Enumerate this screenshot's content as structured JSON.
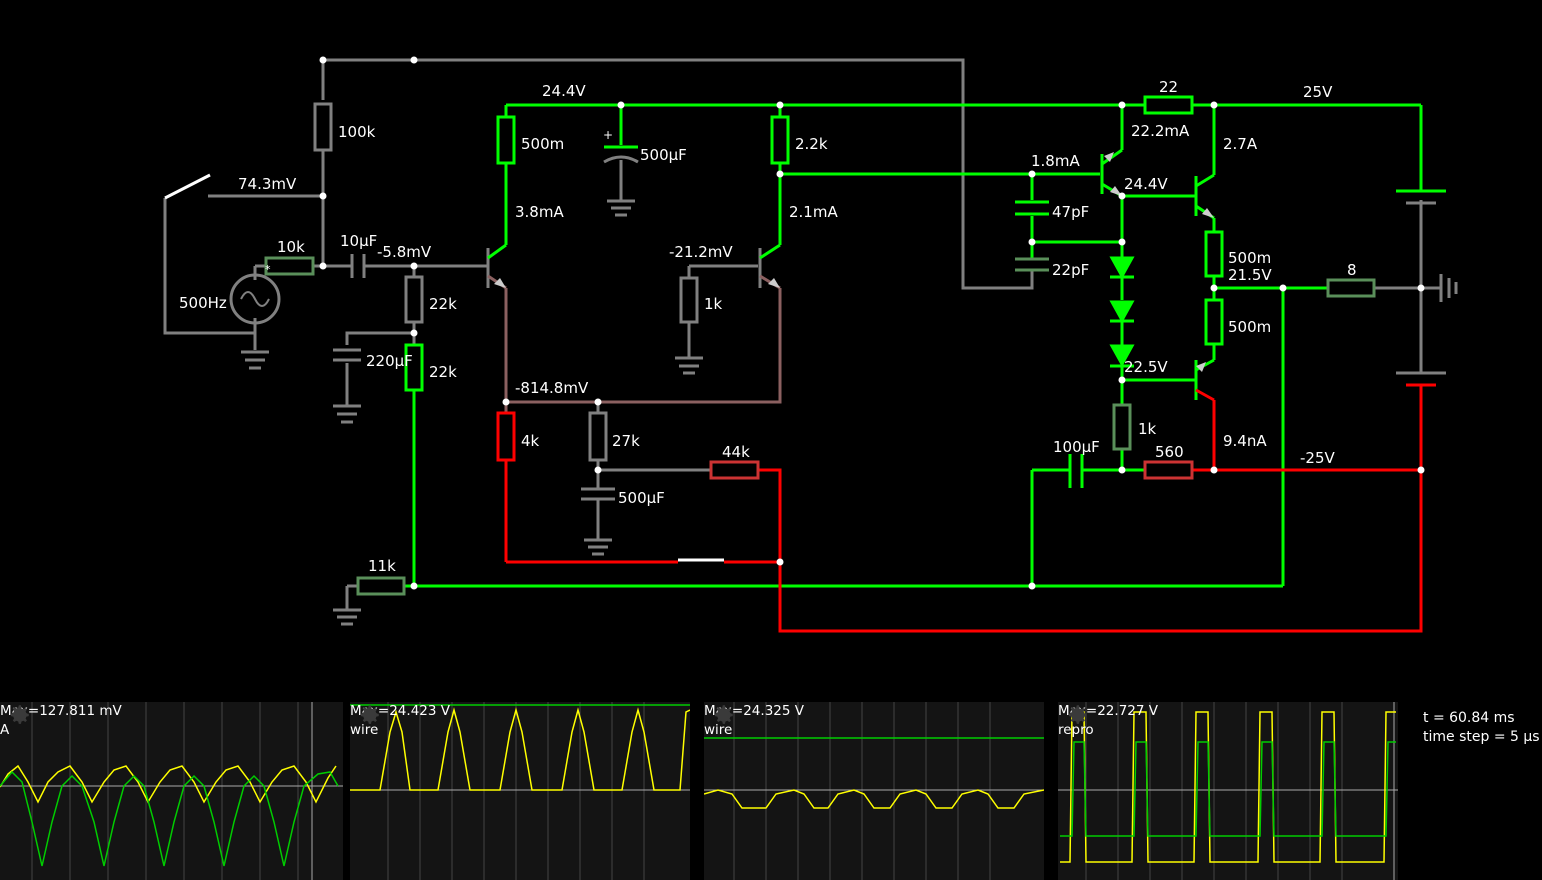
{
  "colors": {
    "background": "#000000",
    "positive": "#00ff00",
    "negative": "#ff0000",
    "neutral": "#808080",
    "trace_voltage": "#ffff00",
    "trace_current": "#00cc00",
    "scope_bg": "#141414"
  },
  "circuit": {
    "labels": {
      "v_input": "74.3mV",
      "r_bias": "100k",
      "r_source": "10k",
      "source_freq": "500Hz",
      "c_input": "10µF",
      "v_base1": "-5.8mV",
      "r_base_a": "22k",
      "c_bias": "220µF",
      "r_base_b": "22k",
      "rail_top": "24.4V",
      "r_col1": "500m",
      "c_supply": "500µF",
      "i_q1": "3.8mA",
      "r_col2": "2.2k",
      "i_q2": "2.1mA",
      "v_base2": "-21.2mV",
      "r_base2": "1k",
      "v_emitters": "-814.8mV",
      "r_tail": "4k",
      "r_27k": "27k",
      "c_decouple": "500µF",
      "r_fb": "44k",
      "r_fb_gnd": "11k",
      "i_vas": "1.8mA",
      "c_47": "47pF",
      "c_22": "22pF",
      "v_driver": "24.4V",
      "r_22": "22",
      "i_22": "22.2mA",
      "i_out": "2.7A",
      "rail_pos": "25V",
      "r_emit_top": "500m",
      "v_out": "21.5V",
      "r_load": "8",
      "r_emit_bot": "500m",
      "v_diode": "22.5V",
      "r_1k": "1k",
      "c_100": "100µF",
      "r_560": "560",
      "i_leak": "9.4nA",
      "rail_neg": "-25V",
      "plus_sign": "+",
      "star": "*"
    }
  },
  "scopes": [
    {
      "max": "Max=127.811 mV",
      "sub": "A"
    },
    {
      "max": "Max=24.423 V",
      "sub": "wire"
    },
    {
      "max": "Max=24.325 V",
      "sub": "wire"
    },
    {
      "max": "Max=22.727 V",
      "sub": "repro"
    }
  ],
  "sim": {
    "time": "t = 60.84 ms",
    "step": "time step = 5 µs"
  }
}
